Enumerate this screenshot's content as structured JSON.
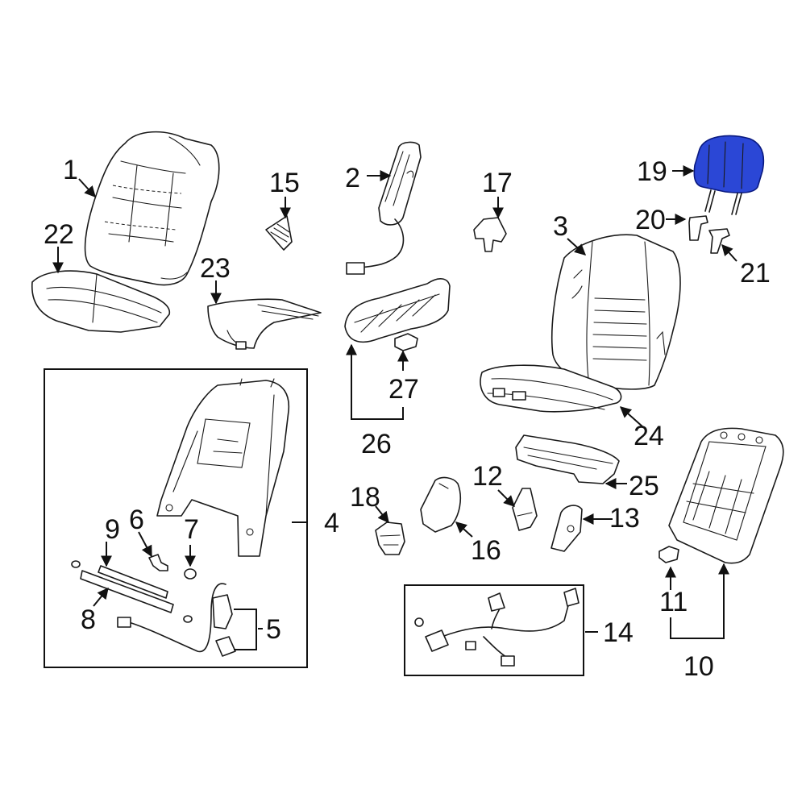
{
  "highlight_color": "#2b47d6",
  "callouts": {
    "c1": "1",
    "c2": "2",
    "c3": "3",
    "c4": "4",
    "c5": "5",
    "c6": "6",
    "c7": "7",
    "c8": "8",
    "c9": "9",
    "c10": "10",
    "c11": "11",
    "c12": "12",
    "c13": "13",
    "c14": "14",
    "c15": "15",
    "c16": "16",
    "c17": "17",
    "c18": "18",
    "c19": "19",
    "c20": "20",
    "c21": "21",
    "c22": "22",
    "c23": "23",
    "c24": "24",
    "c25": "25",
    "c26": "26",
    "c27": "27"
  },
  "highlighted_part": "19"
}
